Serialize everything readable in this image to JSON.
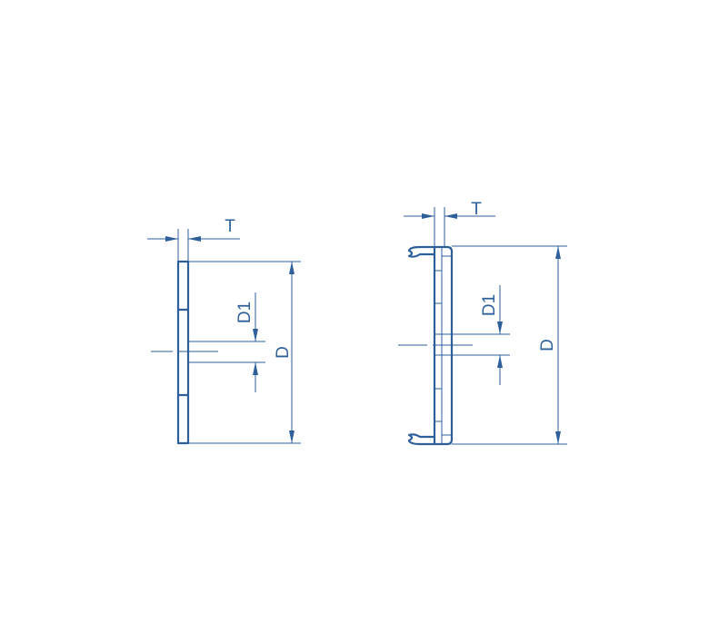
{
  "colors": {
    "line": "#2e5f9b",
    "background": "#ffffff"
  },
  "left_view": {
    "labels": {
      "thickness": "T",
      "inner_diameter": "D1",
      "outer_diameter": "D"
    }
  },
  "right_view": {
    "labels": {
      "thickness": "T",
      "inner_diameter": "D1",
      "outer_diameter": "D"
    }
  }
}
